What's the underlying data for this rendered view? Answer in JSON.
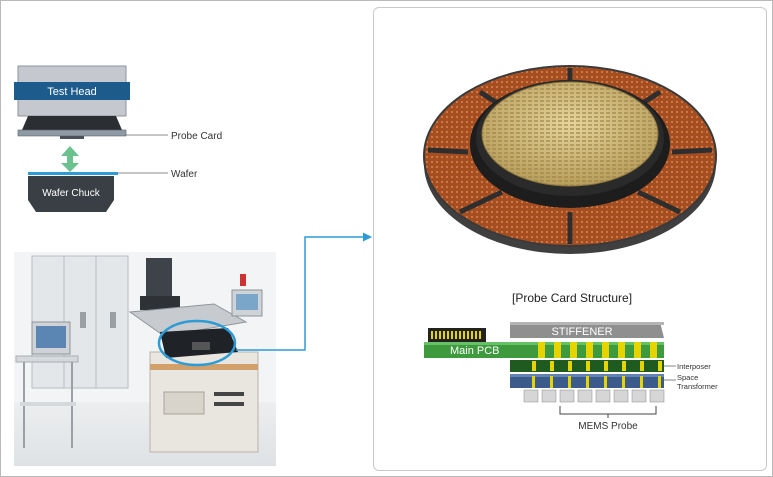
{
  "schematic": {
    "test_head": "Test Head",
    "probe_card": "Probe Card",
    "wafer": "Wafer",
    "wafer_chuck": "Wafer Chuck"
  },
  "structure": {
    "title": "[Probe Card Structure]",
    "stiffener": "STIFFENER",
    "main_pcb": "Main PCB",
    "interposer": "Interposer",
    "space_transformer": "Space\nTransformer",
    "mems_probe": "MEMS Probe"
  },
  "colors": {
    "test_head": "#1c5b8c",
    "arrow": "#2d9bd5",
    "highlight_ring": "#2d9bd5",
    "main_pcb": "#3d9a3d",
    "interposer_pad": "#e5d400",
    "space_transformer": "#3b5b8a",
    "probe_card_gold": "#cdb877",
    "probe_card_copper": "#b45a2a"
  },
  "icons": [
    "wafer-arrow-icon",
    "pointer-arrow-icon"
  ]
}
